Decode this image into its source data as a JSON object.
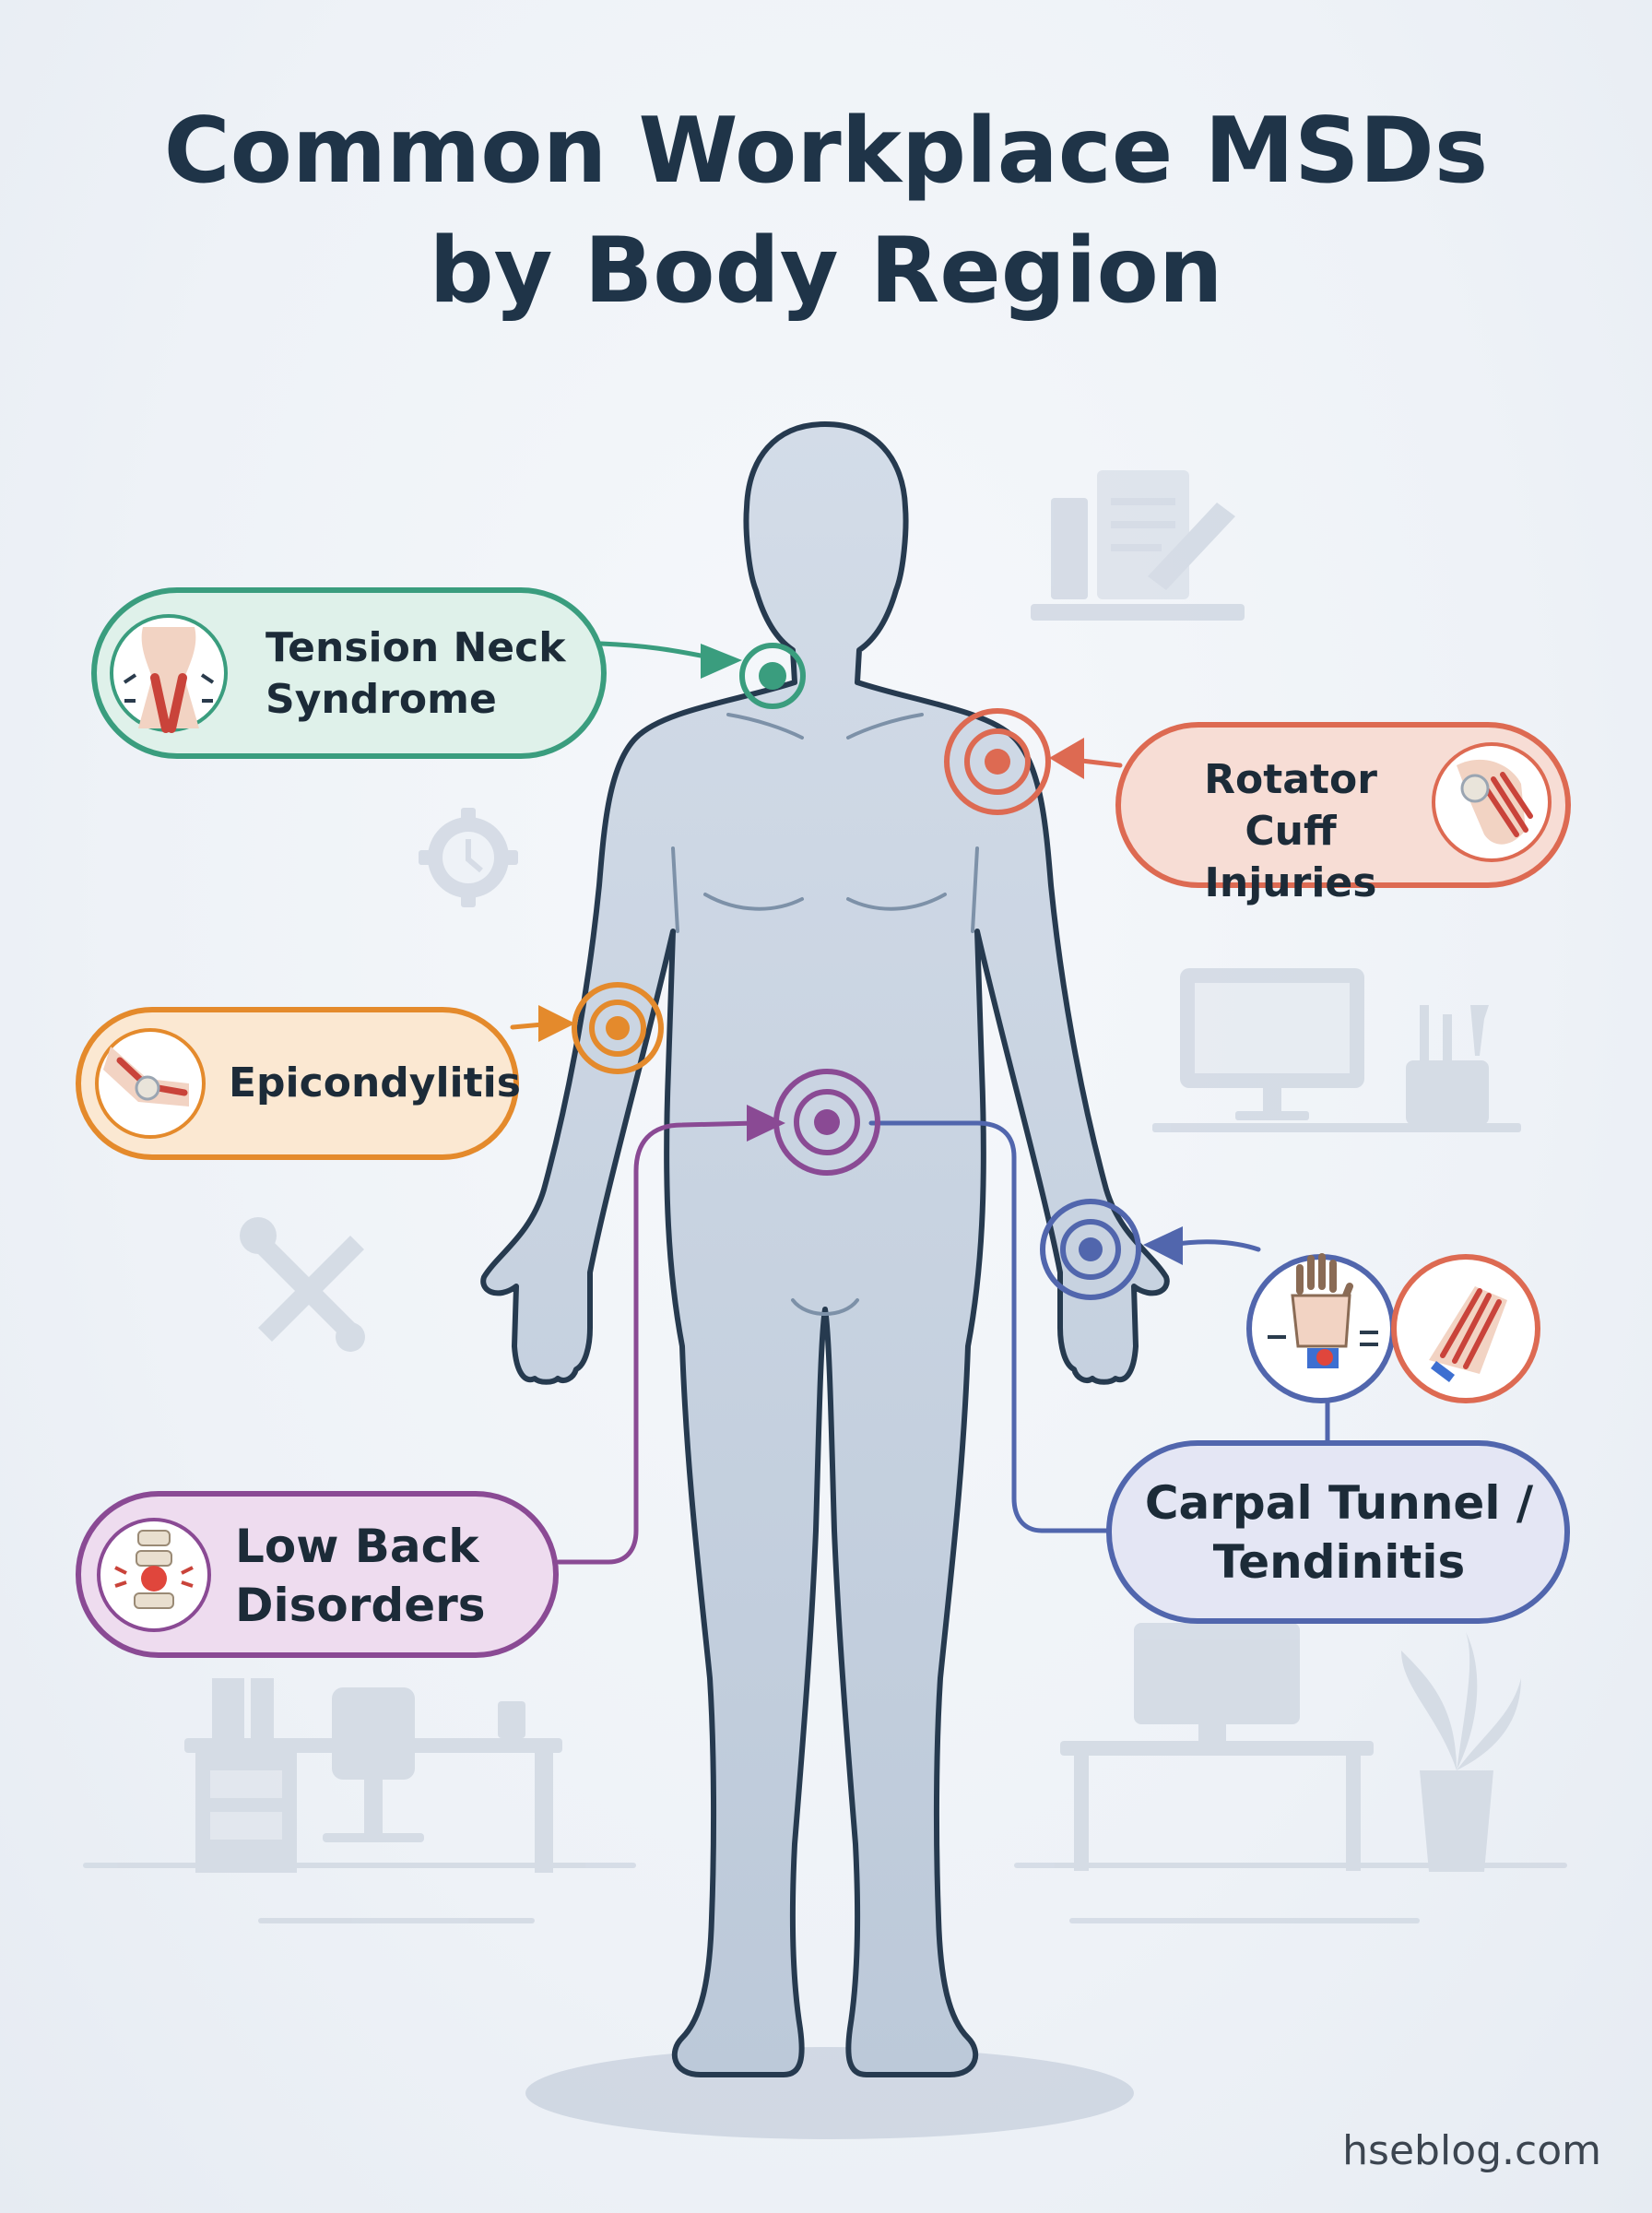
{
  "title": {
    "line1": "Common Workplace MSDs",
    "line2": "by Body Region"
  },
  "labels": [
    {
      "id": "neck",
      "line1": "Tension Neck",
      "line2": "Syndrome",
      "color": "#3a9d7e",
      "fill": "#dff1ea",
      "icon": "neck-muscles-icon"
    },
    {
      "id": "shoulder",
      "line1": "Rotator Cuff",
      "line2": "Injuries",
      "color": "#dd6a52",
      "fill": "#f7ddd5",
      "icon": "shoulder-joint-icon"
    },
    {
      "id": "elbow",
      "line1": "Epicondylitis",
      "color": "#e48a2c",
      "fill": "#fbe8d2",
      "icon": "elbow-joint-icon"
    },
    {
      "id": "back",
      "line1": "Low Back",
      "line2": "Disorders",
      "color": "#8a4a94",
      "fill": "#eedcef",
      "icon": "spine-icon"
    },
    {
      "id": "wrist",
      "line1": "Carpal Tunnel /",
      "line2": "Tendinitis",
      "color": "#5166ad",
      "fill": "#e4e6f4",
      "icon": "wrist-compression-icon"
    }
  ],
  "watermark": "hseblog.com"
}
